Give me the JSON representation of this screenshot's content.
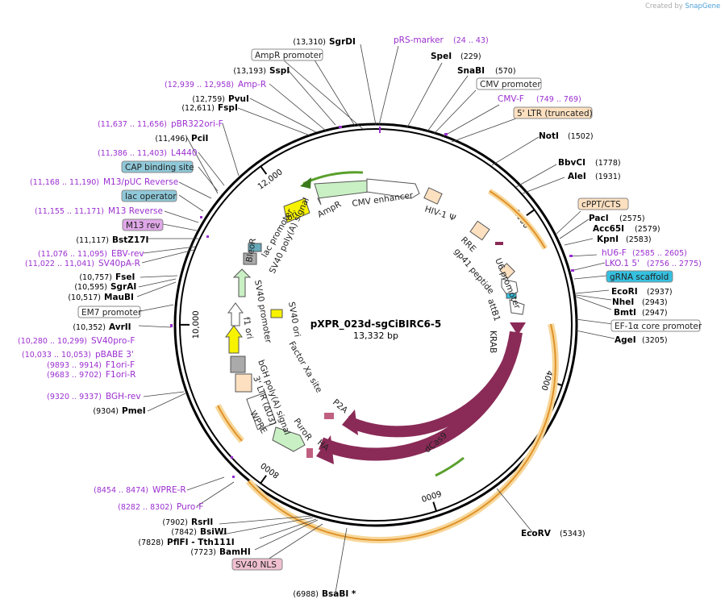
{
  "brand": "Created by ",
  "brand_name": "SnapGene",
  "plasmid": {
    "name": "pXPR_023d-sgCiBIRC6-5",
    "size": "13,332 bp"
  },
  "ticks": [
    "2000",
    "4000",
    "6000",
    "8000",
    "10,000",
    "12,000"
  ],
  "sites": [
    {
      "coord": "(13,310)",
      "name": "SgrDI"
    },
    {
      "coord": "(229)",
      "name": "SpeI"
    },
    {
      "coord": "(570)",
      "name": "SnaBI"
    },
    {
      "coord": "(1502)",
      "name": "NotI"
    },
    {
      "coord": "(1778)",
      "name": "BbvCI"
    },
    {
      "coord": "(1931)",
      "name": "AleI"
    },
    {
      "coord": "(2575)",
      "name": "PacI"
    },
    {
      "coord": "(2579)",
      "name": "Acc65I"
    },
    {
      "coord": "(2583)",
      "name": "KpnI"
    },
    {
      "coord": "(2937)",
      "name": "EcoRI"
    },
    {
      "coord": "(2943)",
      "name": "NheI"
    },
    {
      "coord": "(2947)",
      "name": "BmtI"
    },
    {
      "coord": "(3205)",
      "name": "AgeI"
    },
    {
      "coord": "(5343)",
      "name": "EcoRV"
    },
    {
      "coord": "(6988)",
      "name": "BsaBI *"
    },
    {
      "coord": "(7723)",
      "name": "BamHI"
    },
    {
      "coord": "(7828)",
      "name": "PflFI - Tth111I"
    },
    {
      "coord": "(7842)",
      "name": "BsiWI"
    },
    {
      "coord": "(7902)",
      "name": "RsrII"
    },
    {
      "coord": "(9304)",
      "name": "PmeI"
    },
    {
      "coord": "(10,352)",
      "name": "AvrII"
    },
    {
      "coord": "(10,517)",
      "name": "MauBI"
    },
    {
      "coord": "(10,595)",
      "name": "SgrAI"
    },
    {
      "coord": "(10,757)",
      "name": "FseI"
    },
    {
      "coord": "(11,117)",
      "name": "BstZ17I"
    },
    {
      "coord": "(11,496)",
      "name": "PciI"
    },
    {
      "coord": "(12,611)",
      "name": "FspI"
    },
    {
      "coord": "(12,759)",
      "name": "PvuI"
    },
    {
      "coord": "(13,193)",
      "name": "SspI"
    }
  ],
  "primers": [
    {
      "name": "pRS-marker",
      "coord": "(24 .. 43)"
    },
    {
      "name": "CMV-F",
      "coord": "(749 .. 769)"
    },
    {
      "name": "hU6-F",
      "coord": "(2585 .. 2605)"
    },
    {
      "name": "LKO.1 5'",
      "coord": "(2756 .. 2775)"
    },
    {
      "name": "WPRE-R",
      "coord": "(8454 .. 8474)"
    },
    {
      "name": "Puro-F",
      "coord": "(8282 .. 8302)"
    },
    {
      "name": "BGH-rev",
      "coord": "(9320 .. 9337)"
    },
    {
      "name": "F1ori-R",
      "coord": "(9683 .. 9702)"
    },
    {
      "name": "F1ori-F",
      "coord": "(9893 .. 9914)"
    },
    {
      "name": "pBABE 3'",
      "coord": "(10,033 .. 10,053)"
    },
    {
      "name": "SV40pro-F",
      "coord": "(10,280 .. 10,299)"
    },
    {
      "name": "SV40pA-R",
      "coord": "(11,022 .. 11,041)"
    },
    {
      "name": "EBV-rev",
      "coord": "(11,076 .. 11,095)"
    },
    {
      "name": "M13 Reverse",
      "coord": "(11,155 .. 11,171)"
    },
    {
      "name": "M13/pUC Reverse",
      "coord": "(11,168 .. 11,190)"
    },
    {
      "name": "L4440",
      "coord": "(11,386 .. 11,403)"
    },
    {
      "name": "pBR322ori-F",
      "coord": "(11,637 .. 11,656)"
    },
    {
      "name": "Amp-R",
      "coord": "(12,939 .. 12,958)"
    }
  ],
  "boxed": {
    "ampr_promoter": "AmpR promoter",
    "cmv_promoter": "CMV promoter",
    "ltr5": "5' LTR (truncated)",
    "cppt": "cPPT/CTS",
    "grna": "gRNA scaffold",
    "ef1a": "EF-1α core promoter",
    "cap": "CAP binding site",
    "lac_op": "lac operator",
    "m13rev": "M13 rev",
    "em7": "EM7 promoter",
    "sv40nls": "SV40 NLS"
  },
  "features": {
    "cmv_enhancer": "CMV enhancer",
    "hiv": "HIV-1 Ψ",
    "rre": "RRE",
    "gp41": "gp41 peptide",
    "u6": "U6 promoter",
    "attb1": "attB1",
    "krab": "KRAB",
    "cas9": "Cas9",
    "dcas9": "dCas9",
    "p2a": "P2A",
    "ha": "HA",
    "puror": "PuroR",
    "wpre": "WPRE",
    "ltr3": "3' LTR (ΔU3)",
    "bgh": "bGH poly(A) signal",
    "factorxa": "Factor Xa site",
    "sv40ori": "SV40 ori",
    "f1ori": "f1 ori",
    "sv40prom": "SV40 promoter",
    "bleor": "BleoR",
    "sv40pa": "SV40 poly(A) signal",
    "lacprom": "lac promoter",
    "ori": "ori",
    "ampr": "AmpR"
  },
  "colors": {
    "primer": "#9b2fd0",
    "cas9": "#8a2a57",
    "orange": "#e8a030",
    "green": "#c9f0c4",
    "yellow": "#f7f200"
  }
}
